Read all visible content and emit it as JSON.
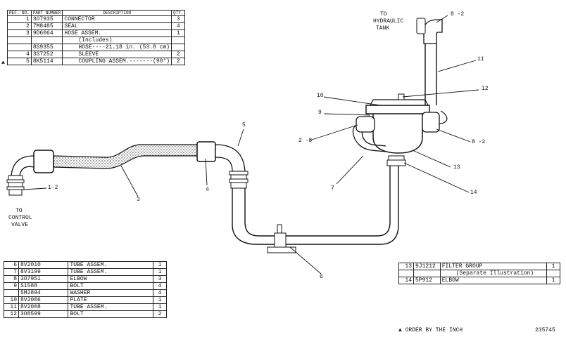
{
  "table_top": {
    "headers": [
      "REF. NO.",
      "PART NUMBER",
      "DESCRIPTION",
      "QTY."
    ],
    "rows": [
      {
        "ref": "1",
        "part": "3O7935",
        "desc": "CONNECTOR",
        "qty": "3"
      },
      {
        "ref": "2",
        "part": "7M8485",
        "desc": "SEAL",
        "qty": "4"
      },
      {
        "ref": "3",
        "part": "9D6064",
        "desc": "HOSE ASSEM.",
        "qty": "1"
      },
      {
        "ref": "",
        "part": "",
        "desc": "(Includes)",
        "qty": ""
      },
      {
        "ref": "",
        "part": "8S9355",
        "desc": "HOSE----21.18 in. (53.8 cm)",
        "qty": ""
      },
      {
        "ref": "4",
        "part": "3S7252",
        "desc": "SLEEVE",
        "qty": "2"
      },
      {
        "ref": "5",
        "part": "8K5114",
        "desc": "COUPLING ASSEM.-------(90°)",
        "qty": "2"
      }
    ]
  },
  "table_bottom_left": {
    "rows": [
      {
        "ref": "6",
        "part": "8V2010",
        "desc": "TUBE ASSEM.",
        "qty": "1"
      },
      {
        "ref": "7",
        "part": "8V3199",
        "desc": "TUBE ASSEM.",
        "qty": "1"
      },
      {
        "ref": "8",
        "part": "3O7951",
        "desc": "ELBOW",
        "qty": "3"
      },
      {
        "ref": "9",
        "part": "S1588",
        "desc": "BOLT",
        "qty": "4"
      },
      {
        "ref": "",
        "part": "5M2894",
        "desc": "WASHER",
        "qty": "4"
      },
      {
        "ref": "10",
        "part": "8V2006",
        "desc": "PLATE",
        "qty": "1"
      },
      {
        "ref": "11",
        "part": "8V2008",
        "desc": "TUBE ASSEM.",
        "qty": "1"
      },
      {
        "ref": "12",
        "part": "3O8599",
        "desc": "BOLT",
        "qty": "2"
      }
    ]
  },
  "table_bottom_right": {
    "rows": [
      {
        "ref": "13",
        "part": "9J1212",
        "desc": "FILTER GROUP",
        "qty": "1"
      },
      {
        "ref": "",
        "part": "",
        "desc": "(Separate Illustration)",
        "qty": ""
      },
      {
        "ref": "14",
        "part": "5P912",
        "desc": "ELBOW",
        "qty": "1"
      }
    ]
  },
  "notes": {
    "order_by_inch": "▲ ORDER BY THE INCH",
    "illustration_number": "235745",
    "triangle": "▲"
  },
  "callouts": {
    "to_hydraulic_1": "TO",
    "to_hydraulic_2": "HYDRAULIC",
    "to_hydraulic_3": "TANK",
    "to_control_1": "TO",
    "to_control_2": "CONTROL",
    "to_control_3": "VALVE",
    "c8_2_top": "8 -2",
    "c11": "11",
    "c10": "10",
    "c12": "12",
    "c9": "9",
    "c2_8": "2 -8",
    "c8_2_right": "8 -2",
    "c5": "5",
    "c13": "13",
    "c1_2": "1-2",
    "c4": "4",
    "c3": "3",
    "c7": "7",
    "c14": "14",
    "c6": "6"
  }
}
